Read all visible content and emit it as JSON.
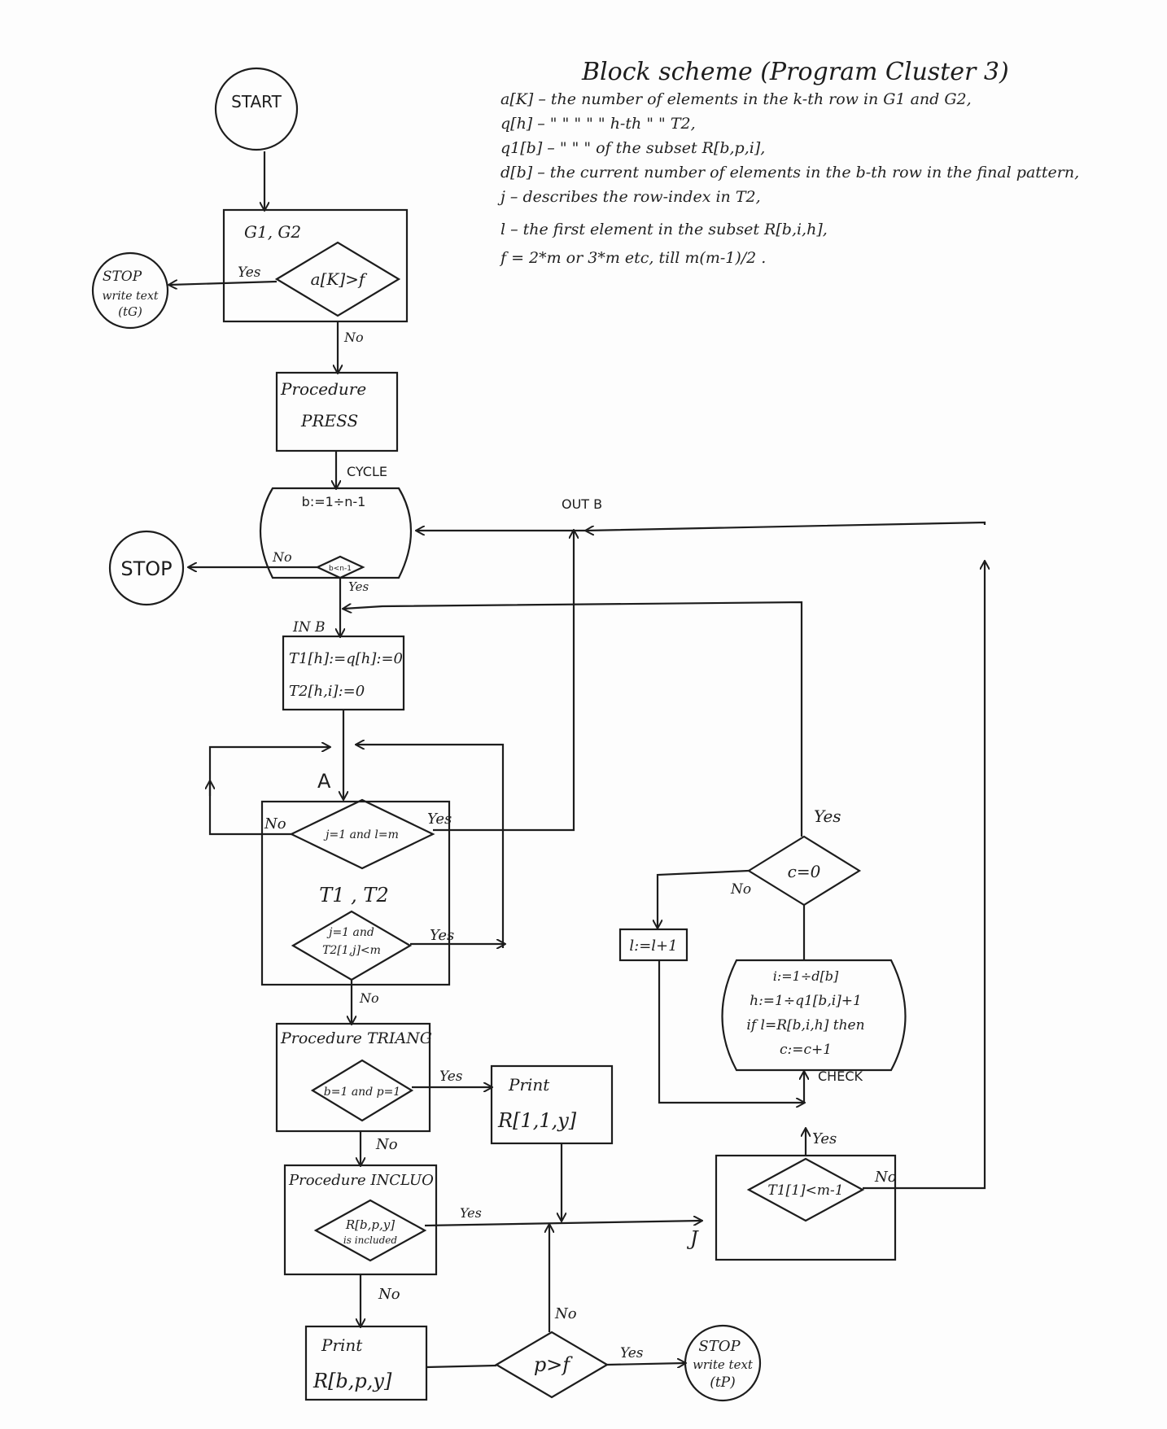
{
  "title": "Block scheme (Program Cluster 3)",
  "notes": [
    "a[K] – the number of elements in the k-th row in G1 and G2,",
    "q[h] – \"  \"  \"  \"  \"  h-th \" \" T2,",
    "q1[b] – \"  \"  \"  of the subset R[b,p,i],",
    "d[b] – the current number of elements in the b-th row in the final pattern,",
    "j – describes the row-index in T2,",
    "l – the first element in the subset R[b,i,h],",
    "f = 2*m or 3*m etc, till m(m-1)/2 ."
  ],
  "nodes": {
    "start": "START",
    "g1g2": "G1, G2",
    "cond_akf": "a[K]>f",
    "stop_g": [
      "STOP",
      "write text",
      "(tG)"
    ],
    "press": [
      "Procedure",
      "PRESS"
    ],
    "cycle_label": "CYCLE",
    "cycle_range": "b:=1÷n-1",
    "cond_b": "b<n-1",
    "stop": "STOP",
    "inb": "IN B",
    "init": [
      "T1[h]:=q[h]:=0",
      "T2[h,i]:=0"
    ],
    "label_a": "A",
    "cond_j1": "j=1 and l=m",
    "t1t2": "T1 , T2",
    "cond_j2": [
      "j=1 and",
      "T2[1,j]<m"
    ],
    "triang": "Procedure TRIANG",
    "cond_bp": "b=1 and p=1",
    "print_r11": [
      "Print",
      "R[1,1,y]"
    ],
    "incluo": "Procedure INCLUO",
    "cond_incl": [
      "R[b,p,y]",
      "is included"
    ],
    "print_rb": [
      "Print",
      "R[b,p,y]"
    ],
    "cond_pf": "p>f",
    "stop_p": [
      "STOP",
      "write text",
      "(tP)"
    ],
    "cond_t1": "T1[1]<m-1",
    "label_j": "J",
    "check_lines": [
      "i:=1÷d[b]",
      "h:=1÷q1[b,i]+1",
      "if l=R[b,i,h] then",
      "c:=c+1"
    ],
    "check_label": "CHECK",
    "cond_c": "c=0",
    "assign_l": "l:=l+1",
    "out_b": "OUT B"
  },
  "edges": {
    "yes": "Yes",
    "no": "No"
  }
}
